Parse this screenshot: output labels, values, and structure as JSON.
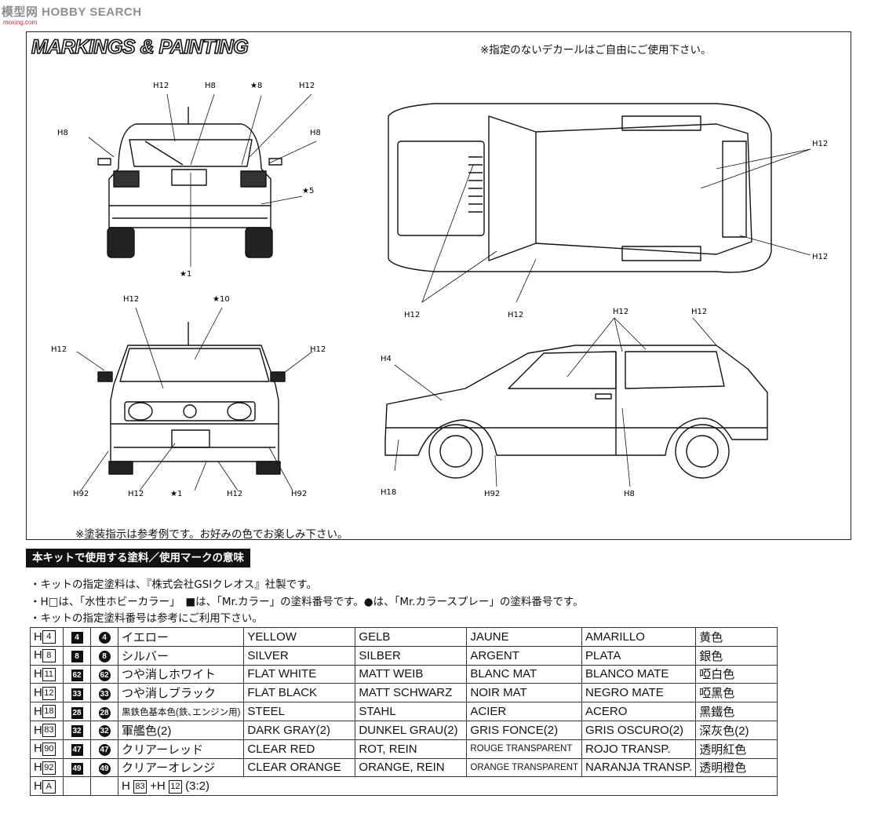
{
  "watermark": {
    "main": "模型网 HOBBY SEARCH",
    "sub": "moxing.com"
  },
  "header": {
    "title": "MARKINGS & PAINTING",
    "note_top": "※指定のないデカールはご自由にご使用下さい。",
    "note_bottom": "※塗装指示は参考例です。お好みの色でお楽しみ下さい。"
  },
  "callouts": {
    "rear": [
      "H12",
      "H8",
      "★8",
      "H12",
      "H8",
      "H8",
      "★5",
      "★1"
    ],
    "front": [
      "H12",
      "★10",
      "H12",
      "H12",
      "H92",
      "H12",
      "★1",
      "H12",
      "H92"
    ],
    "top": [
      "H12",
      "H12",
      "H12",
      "H12"
    ],
    "side": [
      "H12",
      "H12",
      "H4",
      "H18",
      "H92",
      "H8"
    ]
  },
  "legend": {
    "heading": "本キットで使用する塗料／使用マークの意味",
    "line1": "・キットの指定塗料は、『株式会社GSIクレオス』社製です。",
    "line2": "・H□は、「水性ホビーカラー」　■は、「Mr.カラー」の塗料番号です。●は、「Mr.カラースプレー」の塗料番号です。",
    "line3": "・キットの指定塗料番号は参考にご利用下さい。"
  },
  "paints": [
    {
      "h": "4",
      "m": "4",
      "s": "4",
      "jp": "イエロー",
      "en": "YELLOW",
      "de": "GELB",
      "fr": "JAUNE",
      "es": "AMARILLO",
      "zh": "黄色"
    },
    {
      "h": "8",
      "m": "8",
      "s": "8",
      "jp": "シルバー",
      "en": "SILVER",
      "de": "SILBER",
      "fr": "ARGENT",
      "es": "PLATA",
      "zh": "銀色"
    },
    {
      "h": "11",
      "m": "62",
      "s": "62",
      "jp": "つや消しホワイト",
      "en": "FLAT WHITE",
      "de": "MATT WEIB",
      "fr": "BLANC MAT",
      "es": "BLANCO MATE",
      "zh": "啞白色"
    },
    {
      "h": "12",
      "m": "33",
      "s": "33",
      "jp": "つや消しブラック",
      "en": "FLAT BLACK",
      "de": "MATT SCHWARZ",
      "fr": "NOIR MAT",
      "es": "NEGRO MATE",
      "zh": "啞黑色"
    },
    {
      "h": "18",
      "m": "28",
      "s": "28",
      "jp": "黒鉄色基本色(鉄､エンジン用)",
      "en": "STEEL",
      "de": "STAHL",
      "fr": "ACIER",
      "es": "ACERO",
      "zh": "黑鐵色"
    },
    {
      "h": "83",
      "m": "32",
      "s": "32",
      "jp": "軍艦色(2)",
      "en": "DARK GRAY(2)",
      "de": "DUNKEL GRAU(2)",
      "fr": "GRIS FONCE(2)",
      "es": "GRIS OSCURO(2)",
      "zh": "深灰色(2)"
    },
    {
      "h": "90",
      "m": "47",
      "s": "47",
      "jp": "クリアーレッド",
      "en": "CLEAR RED",
      "de": "ROT, REIN",
      "fr": "ROUGE TRANSPARENT",
      "es": "ROJO TRANSP.",
      "zh": "透明紅色"
    },
    {
      "h": "92",
      "m": "49",
      "s": "49",
      "jp": "クリアーオレンジ",
      "en": "CLEAR ORANGE",
      "de": "ORANGE, REIN",
      "fr": "ORANGE TRANSPARENT",
      "es": "NARANJA TRANSP.",
      "zh": "透明橙色"
    }
  ],
  "mix_row": {
    "h": "A",
    "recipe_a": "83",
    "recipe_b": "12",
    "ratio": "(3:2)"
  }
}
